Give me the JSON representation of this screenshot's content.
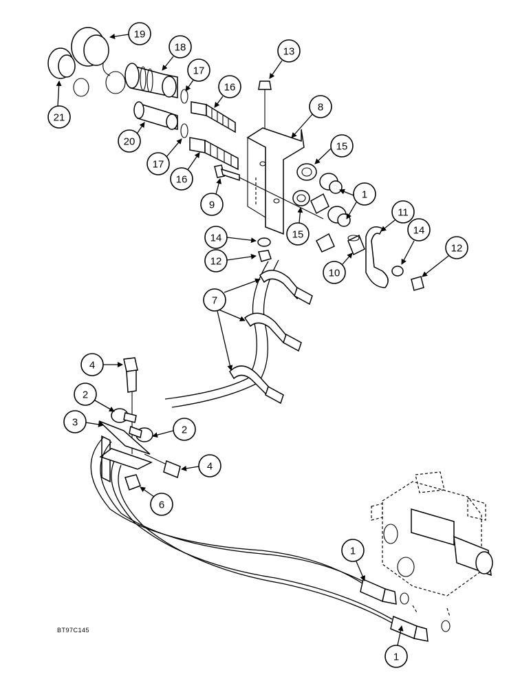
{
  "figure_code": "BT97C145",
  "callouts": [
    "19",
    "18",
    "13",
    "17",
    "16",
    "8",
    "21",
    "20",
    "17",
    "16",
    "15",
    "1",
    "9",
    "15",
    "11",
    "14",
    "14",
    "12",
    "12",
    "10",
    "7",
    "4",
    "2",
    "3",
    "2",
    "4",
    "6",
    "1",
    "1"
  ],
  "arrowhead": "black-triangle",
  "line_color": "#000000",
  "background": "#ffffff"
}
